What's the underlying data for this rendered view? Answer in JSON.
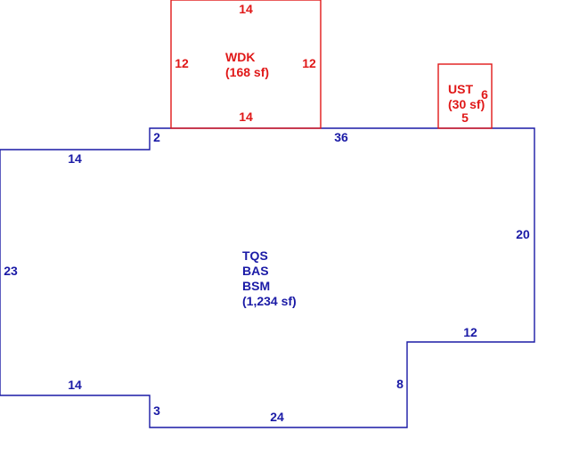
{
  "colors": {
    "main": "#1a1aa6",
    "sub": "#e01818",
    "background": "#ffffff"
  },
  "main_area": {
    "codes": [
      "TQS",
      "BAS",
      "BSM"
    ],
    "area": "(1,234 sf)",
    "dimensions": {
      "top": "36",
      "upper_step": "2",
      "upper_left": "14",
      "left": "23",
      "lower_left": "14",
      "lower_step": "3",
      "bottom": "24",
      "inner_vertical": "8",
      "inner_horizontal": "12",
      "right": "20"
    }
  },
  "wdk": {
    "code": "WDK",
    "area": "(168 sf)",
    "dimensions": {
      "top": "14",
      "bottom": "14",
      "left": "12",
      "right": "12"
    }
  },
  "ust": {
    "code": "UST",
    "area": "(30 sf)",
    "dimensions": {
      "right": "6",
      "bottom": "5"
    }
  }
}
